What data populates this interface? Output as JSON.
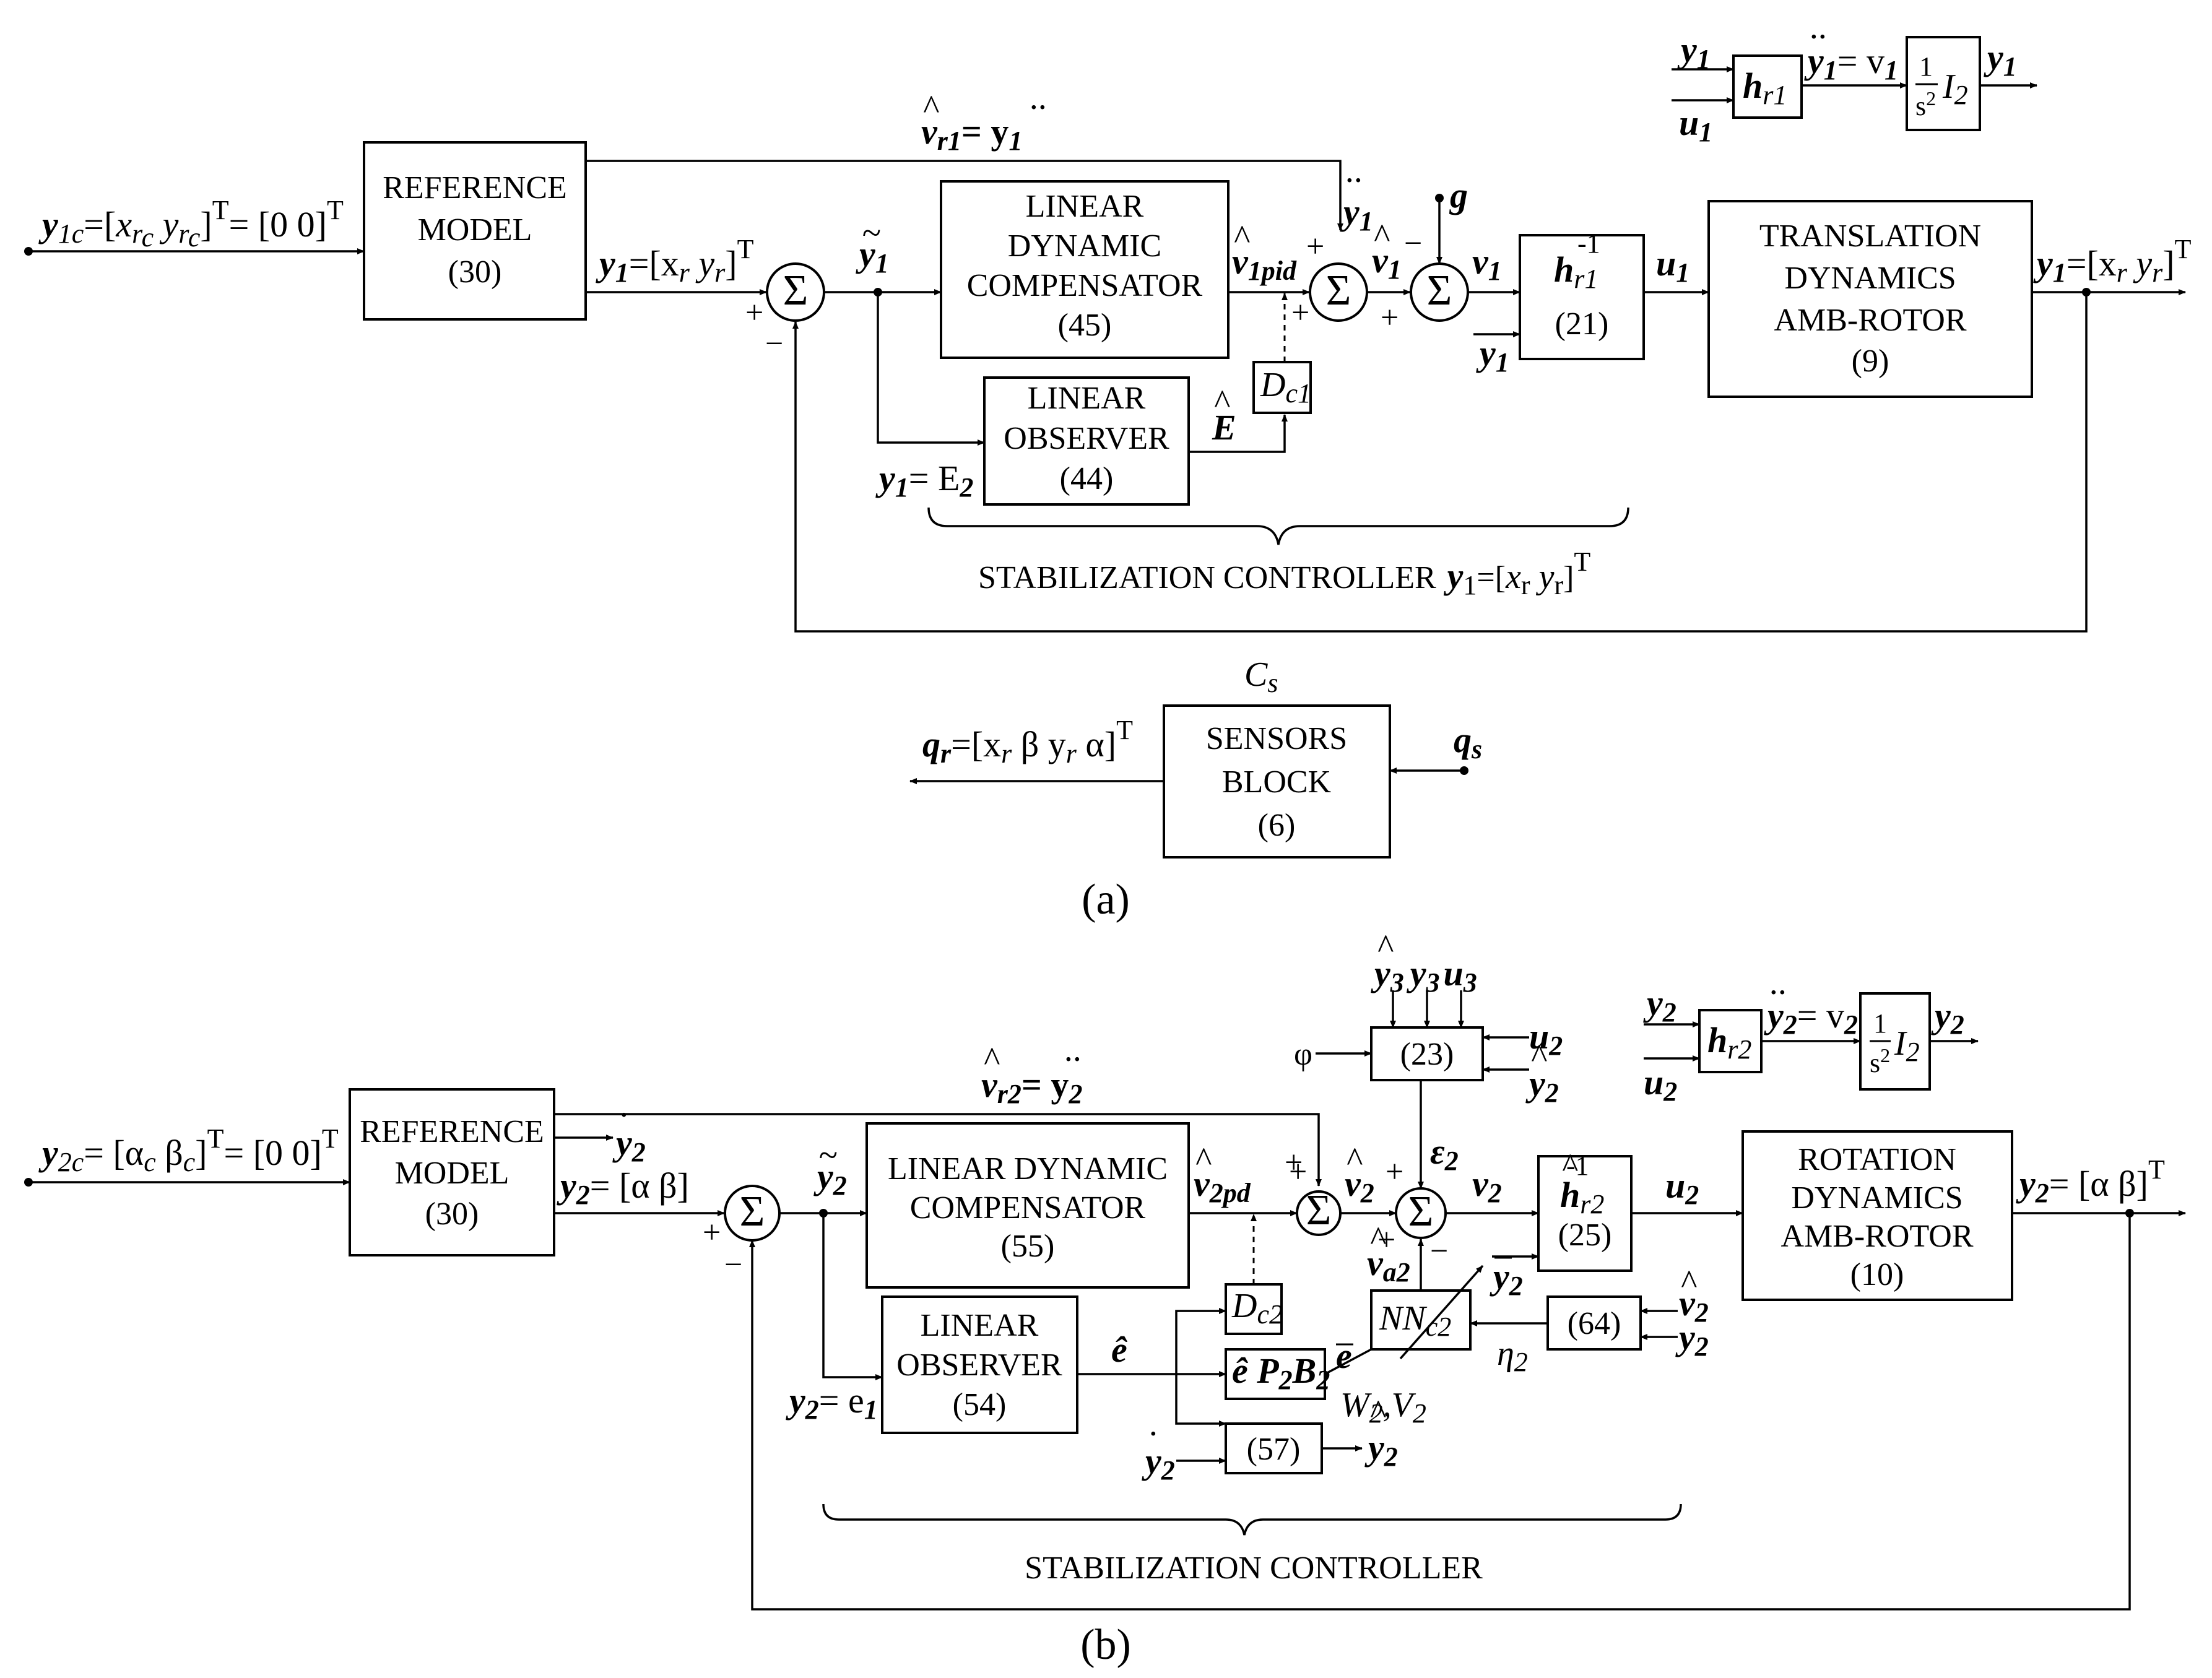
{
  "panel_a": {
    "caption": "(a)",
    "ref_model": [
      "REFERENCE",
      "MODEL",
      "(30)"
    ],
    "ldc": [
      "LINEAR",
      "DYNAMIC",
      "COMPENSATOR",
      "(45)"
    ],
    "obs": [
      "LINEAR",
      "OBSERVER",
      "(44)"
    ],
    "inv": [
      "h",
      "r1",
      "-1",
      "(21)"
    ],
    "plant": [
      "TRANSLATION",
      "DYNAMICS",
      "AMB-ROTOR",
      "(9)"
    ],
    "sensors": [
      "SENSORS",
      "BLOCK",
      "(6)"
    ],
    "dc": "D",
    "dc_sub": "c1",
    "cs": "C",
    "cs_sub": "s",
    "brace_label": "STABILIZATION CONTROLLER",
    "input_label": "y",
    "input_vec": "= [0 0]",
    "ybar": "y",
    "ytilde": "y",
    "ytilde_eq": "= E",
    "vpid": "v",
    "vpid_sub": "1pid",
    "vhat": "v",
    "v1": "v",
    "u1": "u",
    "g": "g",
    "Ehat": "E",
    "vr1": "v",
    "vr1_eq": "= y",
    "y1dd": "y",
    "qr": "q",
    "qs": "q",
    "alpha": "α",
    "beta": "β",
    "T": "T",
    "one": "1",
    "s2": "s",
    "I2": "I",
    "hr1": "h",
    "mini_y": "y",
    "mini_eq": "y",
    "mini_v": "= v",
    "mini_u": "u"
  },
  "panel_b": {
    "caption": "(b)",
    "ref_model": [
      "REFERENCE",
      "MODEL",
      "(30)"
    ],
    "ldc": [
      "LINEAR DYNAMIC",
      "COMPENSATOR",
      "(55)"
    ],
    "obs": [
      "LINEAR",
      "OBSERVER",
      "(54)"
    ],
    "inv": [
      "h",
      "r2",
      "-1",
      "(25)"
    ],
    "plant": [
      "ROTATION",
      "DYNAMICS",
      "AMB-ROTOR",
      "(10)"
    ],
    "b23": "(23)",
    "b64": "(64)",
    "b57": "(57)",
    "dc": "D",
    "dc_sub": "c2",
    "nn": "NN",
    "nn_sub": "c2",
    "epb": "ê P",
    "brace_label": "STABILIZATION CONTROLLER",
    "input_label": "y",
    "input_vec": "= [α",
    "ybar_eq": "= [α β]",
    "ytilde_eq": "= e",
    "vpd_sub": "2pd",
    "va2_sub": "a2",
    "eps": "ε",
    "phi": "φ",
    "eta": "η",
    "WV": "W",
    "ehat": "ê",
    "ebar": "e",
    "out_eq": "= [α β]",
    "plus": "+",
    "minus": "−",
    "sigma": "Σ"
  }
}
